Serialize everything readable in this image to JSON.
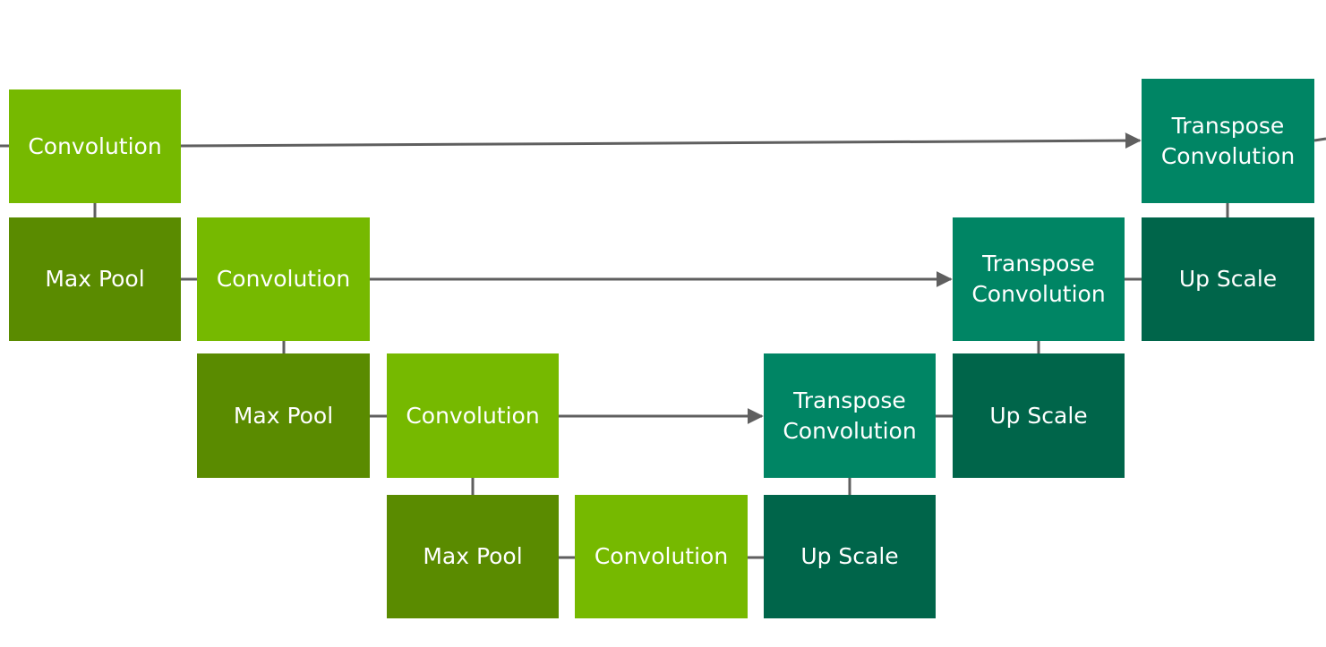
{
  "colors": {
    "convolution": "#76b900",
    "max_pool": "#5a8b00",
    "transpose_convolution": "#008564",
    "up_scale": "#00654a",
    "connector": "#5f5f5f",
    "text": "#ffffff"
  },
  "blocks": {
    "conv_1": "Convolution",
    "pool_1": "Max Pool",
    "conv_2": "Convolution",
    "pool_2": "Max Pool",
    "conv_3": "Convolution",
    "pool_3": "Max Pool",
    "conv_4": "Convolution",
    "up_1": "Up Scale",
    "tconv_1": "Transpose Convolution",
    "up_2": "Up Scale",
    "tconv_2": "Transpose Convolution",
    "up_3": "Up Scale",
    "tconv_3": "Transpose Convolution"
  }
}
